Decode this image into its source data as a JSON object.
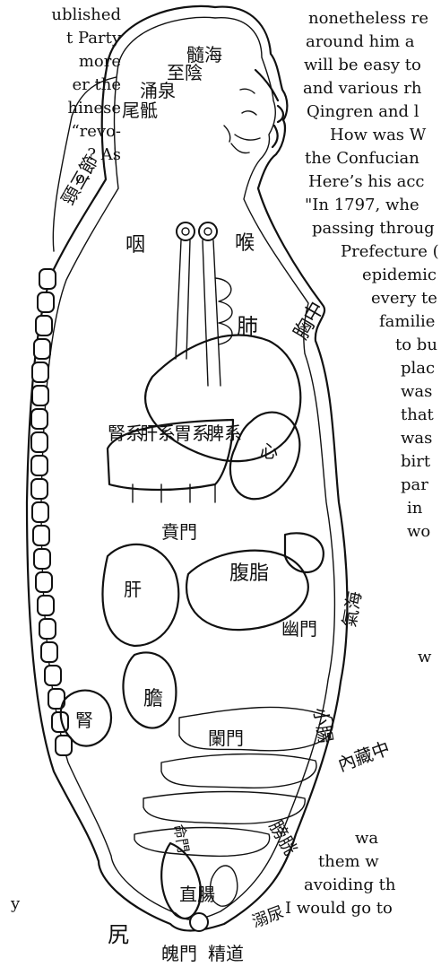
{
  "left_column": [
    "ublished",
    "t Party",
    "more",
    "er the",
    "hinese",
    "“revo-",
    "? As",
    "o-"
  ],
  "left_lower": "y",
  "right_column": [
    "nonetheless re",
    "around him a",
    "will be easy to",
    "and various rh",
    "Qingren and l",
    "How was W",
    "the Confucian",
    "Here’s his acc",
    "\"In 1797, whe",
    "passing throug",
    "Prefecture (",
    "epidemic",
    "every te",
    "familie",
    "to bu",
    "plac",
    "was",
    "that",
    "was",
    "birt",
    "par",
    "in",
    "wo",
    "w",
    "wa",
    "them w",
    "avoiding th",
    "I would go to"
  ],
  "figure_labels": {
    "brain_marrow": "髓海",
    "jiaxin": "至陰",
    "yongquan": "涌泉",
    "weilv": "尾骶",
    "neck_bones": "頸三節",
    "pharynx": "咽",
    "larynx": "喉",
    "lungs": "肺",
    "chest": "胸中",
    "kidney_system": "腎系",
    "liver_system": "肝系",
    "stomach_system": "胃系",
    "spleen_system": "脾系",
    "heart": "心",
    "cardia": "賁門",
    "fat_membrane": "腹脂",
    "liver": "肝",
    "pylorus": "幽門",
    "gallbladder": "膽",
    "kidney": "腎",
    "small_intestine": "小腸",
    "ileocecal_valve": "闌門",
    "bladder": "膀胱",
    "life_gate": "命門",
    "rectum": "直腸",
    "anus": "魄門",
    "seminal_duct": "精道",
    "urethra": "溺尿",
    "buttock": "尻",
    "inner_sheath": "內藏中",
    "abdomen_side": "氣海"
  },
  "colors": {
    "ink": "#111111",
    "paper": "#ffffff"
  }
}
